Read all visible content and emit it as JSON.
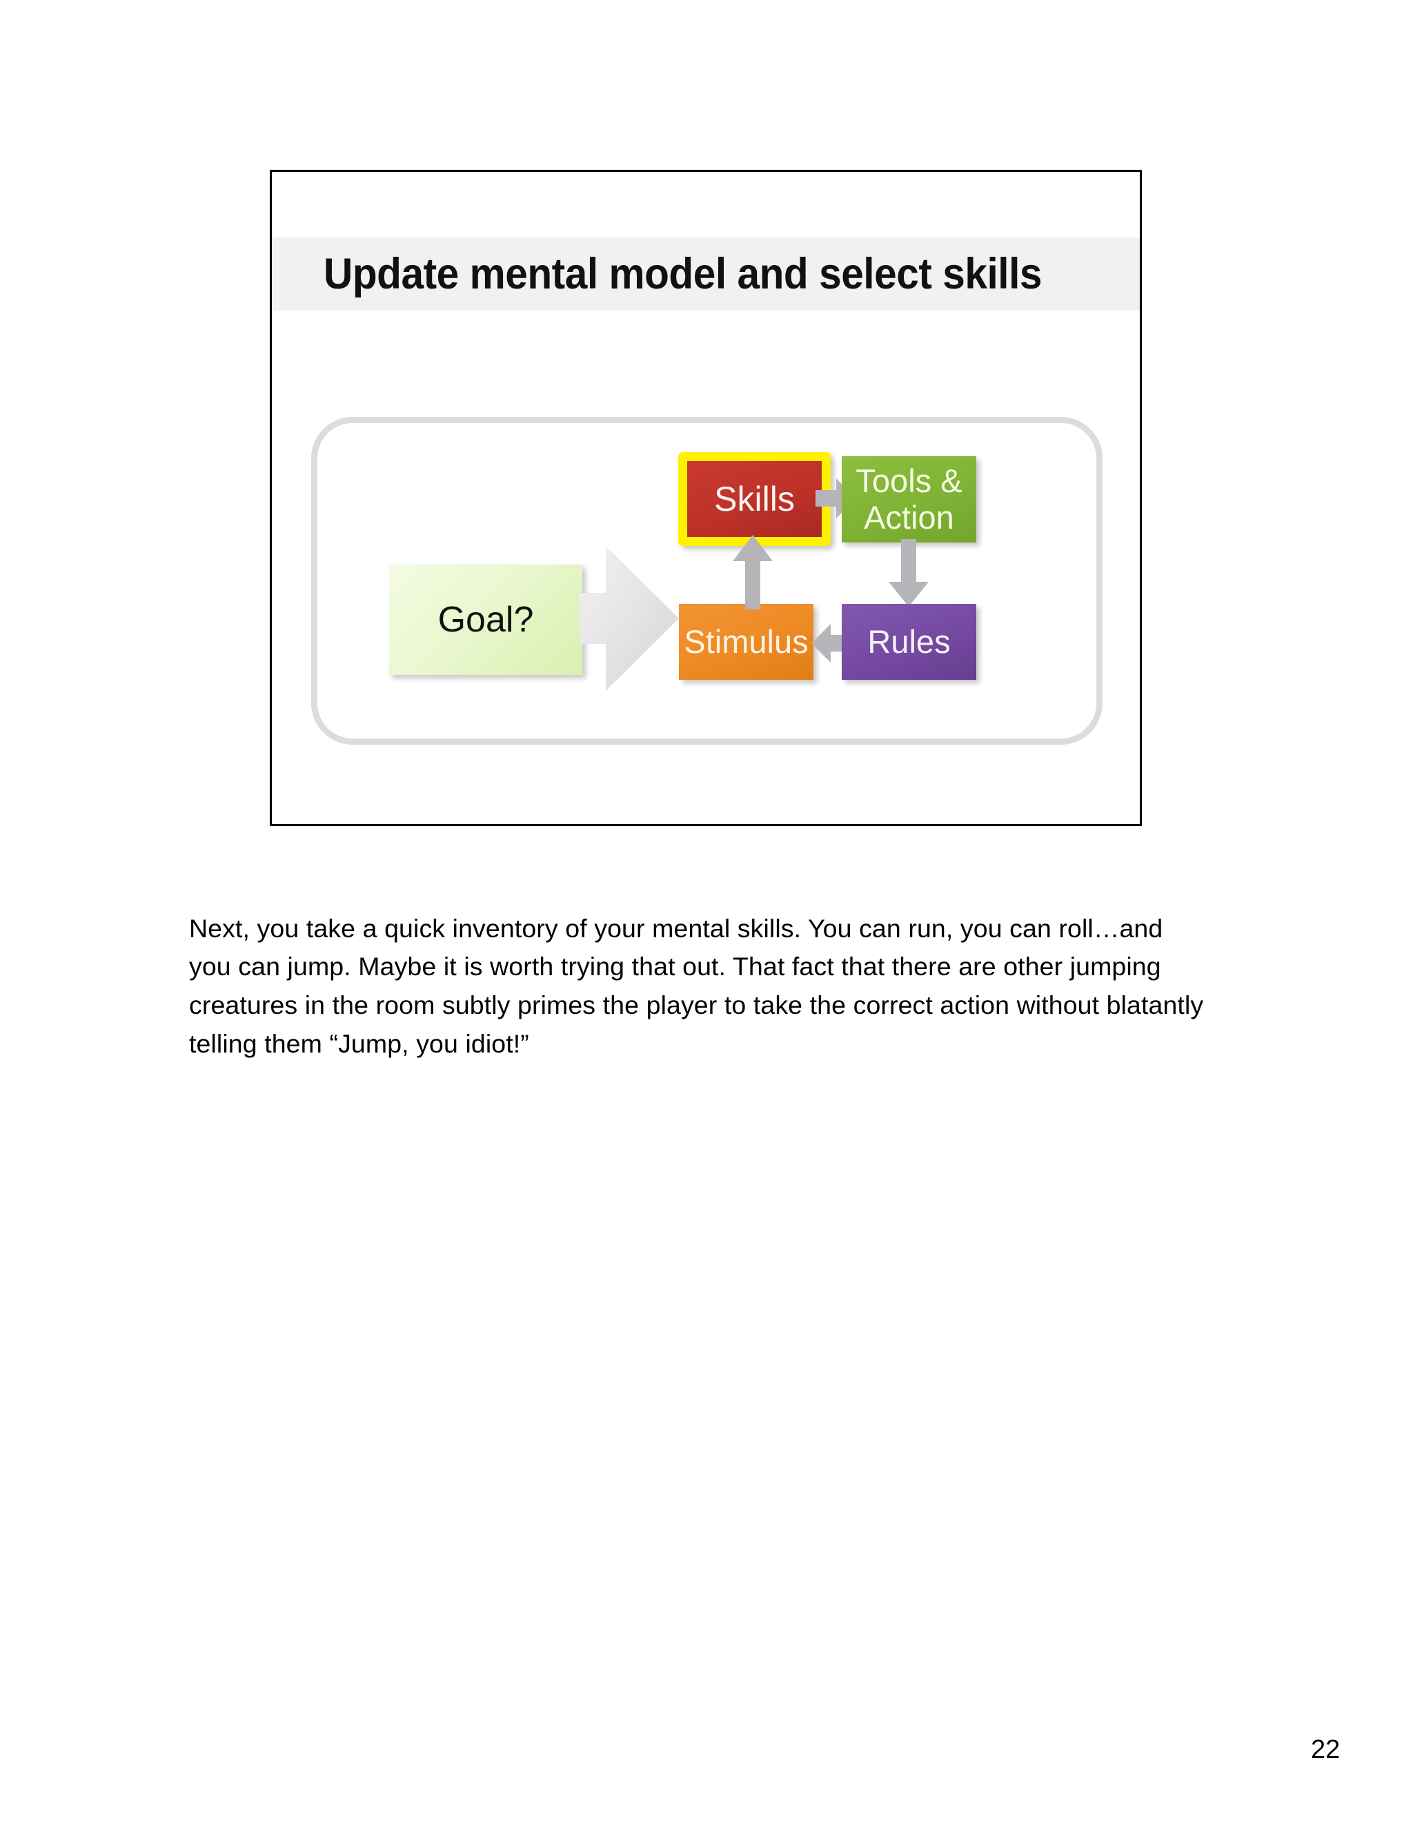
{
  "slide": {
    "title": "Update mental model and select skills",
    "diagram": {
      "type": "cycle-flow",
      "nodes": [
        {
          "id": "goal",
          "label": "Goal?",
          "color": "#e3f4bf",
          "text_color": "#111111"
        },
        {
          "id": "skills",
          "label": "Skills",
          "color": "#bd3128",
          "text_color": "#fdf6f2",
          "highlight_color": "#fff200",
          "highlighted": true
        },
        {
          "id": "tools",
          "label": "Tools &",
          "label_line2": "Action",
          "color": "#7fb335",
          "text_color": "#f4fbe3"
        },
        {
          "id": "stimulus",
          "label": "Stimulus",
          "color": "#ed8a23",
          "text_color": "#fdf3e6"
        },
        {
          "id": "rules",
          "label": "Rules",
          "color": "#7549a1",
          "text_color": "#f6f2fb"
        }
      ],
      "arrows": [
        {
          "from": "goal",
          "to": "skills",
          "direction": "right",
          "style": "chevron"
        },
        {
          "from": "skills",
          "to": "tools",
          "direction": "right"
        },
        {
          "from": "tools",
          "to": "rules",
          "direction": "down"
        },
        {
          "from": "rules",
          "to": "stimulus",
          "direction": "left"
        },
        {
          "from": "stimulus",
          "to": "skills",
          "direction": "up"
        }
      ],
      "arrow_color": "#b4b4b9",
      "container_border_color": "#dcdcdc"
    },
    "title_band_color": "#f1f1f1"
  },
  "body": {
    "paragraph": "Next, you take a quick inventory of your mental skills.  You can run, you can roll…and you can jump.   Maybe it is worth trying that out.  That fact that there are other jumping creatures in the room subtly primes the player to take the correct action without blatantly telling them “Jump, you idiot!”"
  },
  "footer": {
    "page_number": "22"
  }
}
